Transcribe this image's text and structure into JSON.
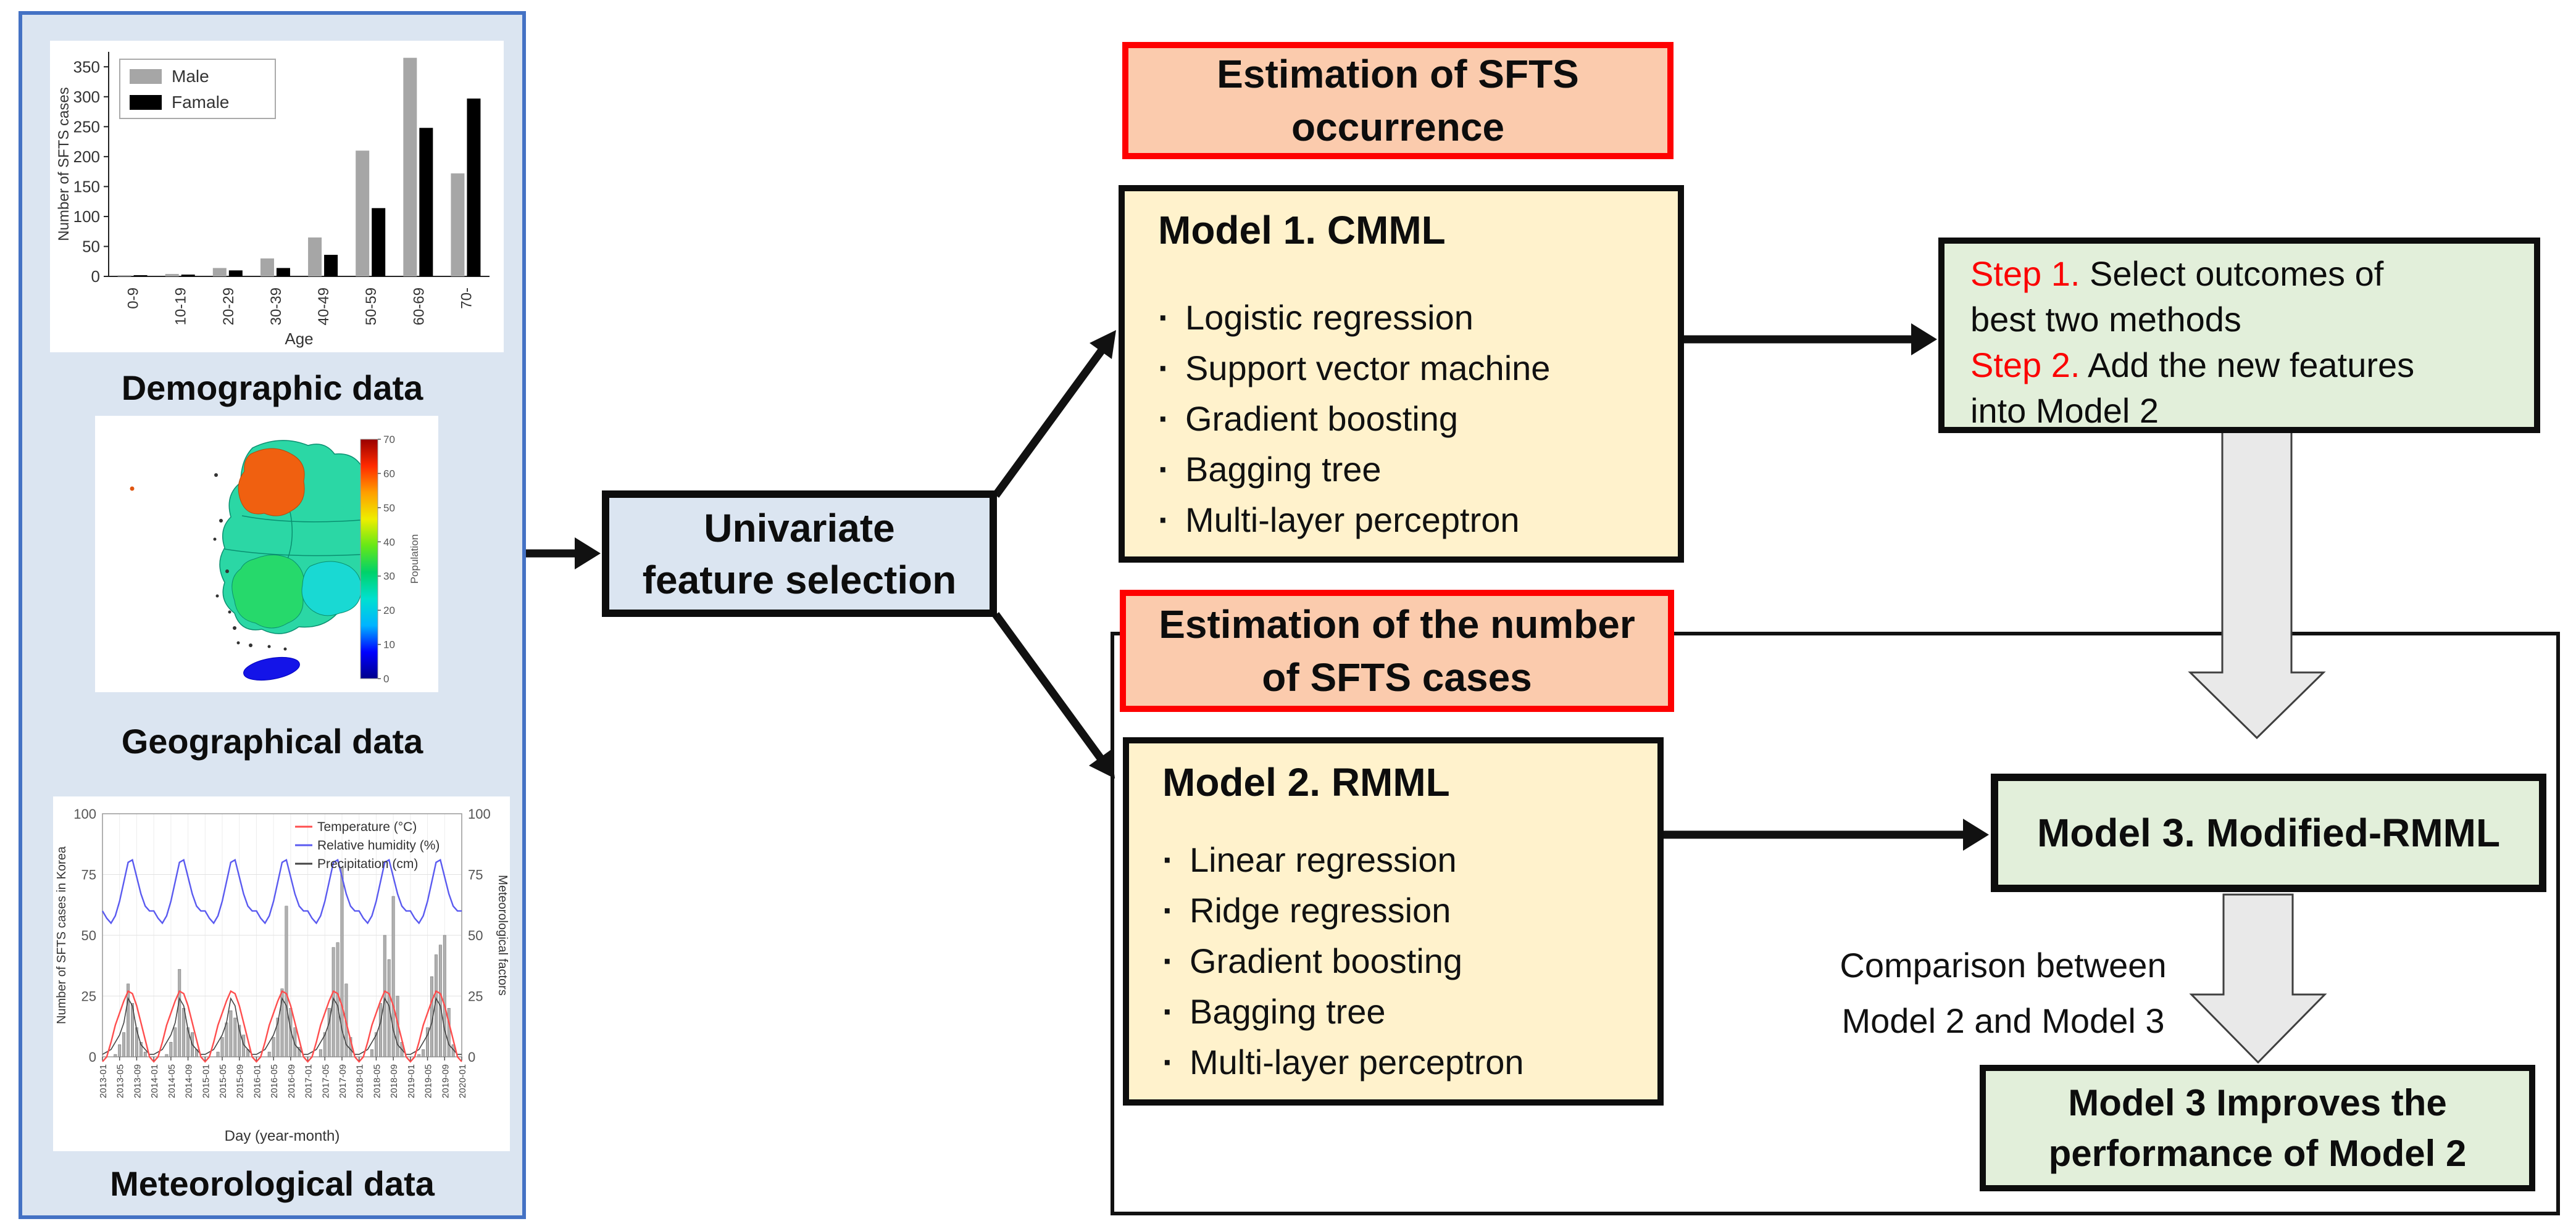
{
  "diagram": {
    "left_panel": {
      "demographic": {
        "label": "Demographic data"
      },
      "geographical": {
        "label": "Geographical data"
      },
      "meteorological": {
        "label": "Meteorological data"
      }
    },
    "univariate_box": {
      "line1": "Univariate",
      "line2": "feature selection"
    },
    "header_occurrence": {
      "line1": "Estimation of SFTS",
      "line2": "occurrence"
    },
    "model1": {
      "title": "Model 1. CMML",
      "items": [
        "Logistic regression",
        "Support vector machine",
        "Gradient boosting",
        "Bagging tree",
        "Multi-layer perceptron"
      ]
    },
    "header_cases": {
      "line1": "Estimation of the number",
      "line2": "of SFTS cases"
    },
    "model2": {
      "title": "Model 2. RMML",
      "items": [
        "Linear regression",
        "Ridge regression",
        "Gradient boosting",
        "Bagging tree",
        "Multi-layer perceptron"
      ]
    },
    "step_box": {
      "lines": [
        {
          "prefix": "Step 1.",
          "text": " Select outcomes of"
        },
        {
          "prefix": "",
          "text": "best two methods"
        },
        {
          "prefix": "Step 2.",
          "text": " Add the new features"
        },
        {
          "prefix": "",
          "text": "into Model 2"
        }
      ]
    },
    "model3": {
      "title": "Model 3. Modified-RMML"
    },
    "comparison": {
      "line1": "Comparison between",
      "line2": "Model 2 and Model 3"
    },
    "improves": {
      "line1": "Model 3 Improves the",
      "line2": "performance of Model 2"
    },
    "colors": {
      "panel_bg": "#dbe5f1",
      "panel_border": "#4472c4",
      "header_bg": "#fbcbad",
      "header_border": "#fe0101",
      "model_bg": "#fff2cc",
      "green_bg": "#e2efda",
      "gray_arrow": "#e9e9e9",
      "step_red": "#fb0202"
    }
  },
  "chart_data": [
    {
      "id": "demographic",
      "type": "bar",
      "categories": [
        "0-9",
        "10-19",
        "20-29",
        "30-39",
        "40-49",
        "50-59",
        "60-69",
        "70-"
      ],
      "series": [
        {
          "name": "Male",
          "color": "#a6a6a6",
          "values": [
            2,
            4,
            14,
            30,
            65,
            210,
            365,
            172
          ]
        },
        {
          "name": "Famale",
          "color": "#000000",
          "values": [
            2,
            3,
            10,
            14,
            36,
            114,
            248,
            297
          ]
        }
      ],
      "xlabel": "Age",
      "ylabel": "Number of SFTS cases",
      "ylim": [
        0,
        375
      ],
      "yticks": [
        0,
        50,
        100,
        150,
        200,
        250,
        300,
        350
      ],
      "legend_position": "top-left",
      "grid": false
    },
    {
      "id": "geographical",
      "type": "choropleth-map",
      "colorbar": {
        "label": "Population",
        "ticks": [
          0,
          10,
          20,
          30,
          40,
          50,
          60,
          70
        ],
        "colormap": [
          "#00008b",
          "#0000ff",
          "#00b4ff",
          "#00e0d0",
          "#00d26a",
          "#66e817",
          "#eeee00",
          "#ff9e00",
          "#ff2a00",
          "#990000"
        ]
      },
      "regions": [
        {
          "name": "base",
          "color": "#2bd7a5"
        },
        {
          "name": "northwest",
          "color": "#f06010"
        },
        {
          "name": "southwest",
          "color": "#26d96b"
        },
        {
          "name": "southeast",
          "color": "#19d9d3"
        },
        {
          "name": "jeju",
          "color": "#1414e8"
        }
      ]
    },
    {
      "id": "meteorological",
      "type": "line+bar",
      "xlabel": "Day (year-month)",
      "ylabel_left": "Number of SFTS cases in Korea",
      "ylabel_right": "Meteorological factors",
      "yticks": [
        0,
        25,
        50,
        75,
        100
      ],
      "ylim": [
        0,
        100
      ],
      "xticks": [
        "2013-01",
        "2013-05",
        "2013-09",
        "2014-01",
        "2014-05",
        "2014-09",
        "2015-01",
        "2015-05",
        "2015-09",
        "2016-01",
        "2016-05",
        "2016-09",
        "2017-01",
        "2017-05",
        "2017-09",
        "2018-01",
        "2018-05",
        "2018-09",
        "2019-01",
        "2019-05",
        "2019-09",
        "2020-01"
      ],
      "legend": [
        {
          "name": "Temperature (°C)",
          "color": "#ff4d4d"
        },
        {
          "name": "Relative humidity (%)",
          "color": "#5a5af0"
        },
        {
          "name": "Precipitation (cm)",
          "color": "#444444"
        }
      ],
      "series": {
        "cases_bars": [
          0,
          0,
          0,
          1,
          5,
          10,
          30,
          22,
          12,
          6,
          2,
          0,
          0,
          0,
          0,
          1,
          6,
          12,
          36,
          20,
          12,
          10,
          3,
          0,
          0,
          0,
          0,
          2,
          8,
          14,
          19,
          16,
          13,
          9,
          3,
          0,
          0,
          0,
          0,
          2,
          8,
          16,
          28,
          62,
          20,
          12,
          4,
          0,
          0,
          0,
          0,
          3,
          10,
          20,
          45,
          47,
          78,
          30,
          8,
          0,
          0,
          0,
          0,
          3,
          10,
          22,
          50,
          40,
          66,
          25,
          6,
          0,
          0,
          0,
          1,
          3,
          12,
          33,
          42,
          46,
          50,
          20,
          5,
          0,
          0
        ],
        "temperature": [
          -2,
          0,
          6,
          13,
          18,
          23,
          27,
          26,
          21,
          14,
          7,
          0,
          -2,
          0,
          6,
          13,
          18,
          23,
          27,
          26,
          21,
          14,
          7,
          0,
          -2,
          0,
          6,
          13,
          18,
          23,
          27,
          26,
          21,
          14,
          7,
          0,
          -2,
          0,
          6,
          13,
          18,
          23,
          27,
          26,
          21,
          14,
          7,
          0,
          -2,
          0,
          6,
          13,
          18,
          23,
          27,
          26,
          21,
          14,
          7,
          0,
          -2,
          0,
          6,
          13,
          18,
          23,
          27,
          26,
          21,
          14,
          7,
          0,
          -2,
          0,
          6,
          13,
          18,
          23,
          27,
          26,
          21,
          14,
          7,
          0,
          -2
        ],
        "humidity": [
          60,
          57,
          55,
          58,
          64,
          72,
          80,
          81,
          74,
          67,
          62,
          60,
          60,
          57,
          55,
          58,
          64,
          72,
          80,
          81,
          74,
          67,
          62,
          60,
          60,
          57,
          55,
          58,
          64,
          72,
          80,
          81,
          74,
          67,
          62,
          60,
          60,
          57,
          55,
          58,
          64,
          72,
          80,
          81,
          74,
          67,
          62,
          60,
          60,
          57,
          55,
          58,
          64,
          72,
          80,
          81,
          74,
          67,
          62,
          60,
          60,
          57,
          55,
          58,
          64,
          72,
          80,
          81,
          74,
          67,
          62,
          60,
          60,
          57,
          55,
          58,
          64,
          72,
          80,
          81,
          74,
          67,
          62,
          60,
          60
        ],
        "precipitation": [
          1,
          2,
          3,
          6,
          9,
          14,
          24,
          21,
          11,
          5,
          3,
          1,
          1,
          2,
          3,
          6,
          9,
          14,
          24,
          21,
          11,
          5,
          3,
          1,
          1,
          2,
          3,
          6,
          9,
          14,
          24,
          21,
          11,
          5,
          3,
          1,
          1,
          2,
          3,
          6,
          9,
          14,
          24,
          21,
          11,
          5,
          3,
          1,
          1,
          2,
          3,
          6,
          9,
          14,
          24,
          21,
          11,
          5,
          3,
          1,
          1,
          2,
          3,
          6,
          9,
          14,
          24,
          21,
          11,
          5,
          3,
          1,
          1,
          2,
          3,
          6,
          9,
          14,
          24,
          21,
          11,
          5,
          3,
          1,
          1
        ]
      }
    }
  ]
}
